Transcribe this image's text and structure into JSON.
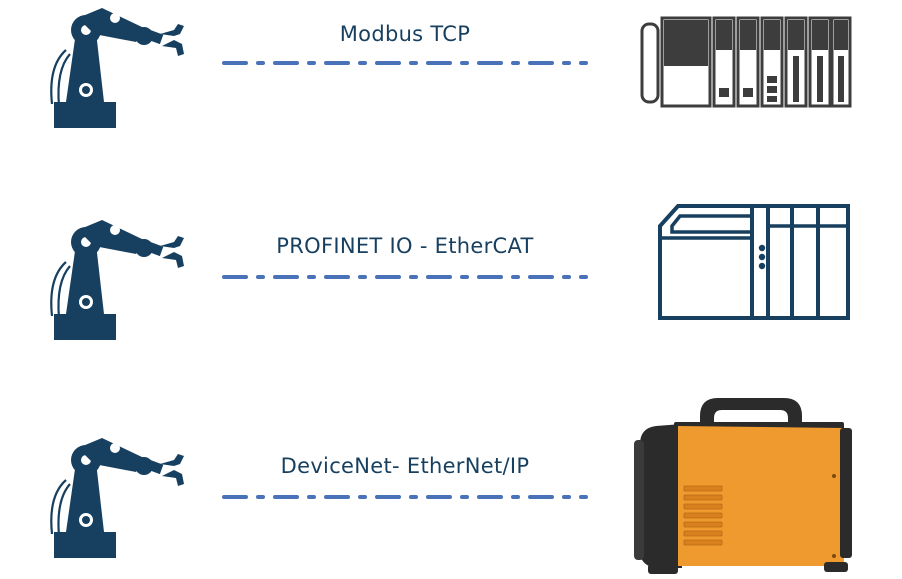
{
  "connections": [
    {
      "protocol": "Modbus TCP",
      "source": "robot-arm-icon",
      "target": "plc-rack-icon"
    },
    {
      "protocol": "PROFINET IO - EtherCAT",
      "source": "robot-arm-icon",
      "target": "controller-panel-icon"
    },
    {
      "protocol": "DeviceNet- EtherNet/IP",
      "source": "robot-arm-icon",
      "target": "welding-machine-icon"
    }
  ],
  "colors": {
    "navy": "#173f5f",
    "dash": "#4a72b8",
    "gray": "#3d3d3d",
    "orange": "#ef9a2e",
    "welder_dark": "#2b2b2b"
  }
}
